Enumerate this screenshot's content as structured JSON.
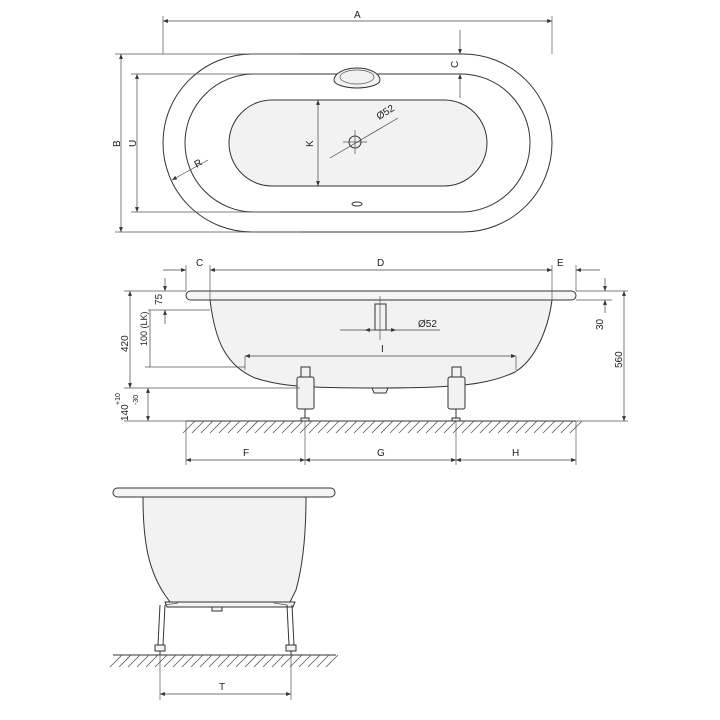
{
  "top_view": {
    "labels": {
      "A": "A",
      "B": "B",
      "U": "U",
      "C": "C",
      "K": "K",
      "R": "R",
      "drain_dia": "Ø52"
    }
  },
  "side_view": {
    "labels": {
      "C": "C",
      "D": "D",
      "E": "E",
      "I": "I",
      "F": "F",
      "G": "G",
      "H": "H",
      "drain_dia": "Ø52",
      "v75": "75",
      "v420": "420",
      "v100lk": "100 (LK)",
      "v140": "140",
      "v140_tol_plus": "+10",
      "v140_tol_minus": "-30",
      "v30": "30",
      "v560": "560"
    }
  },
  "end_view": {
    "labels": {
      "T": "T"
    }
  }
}
